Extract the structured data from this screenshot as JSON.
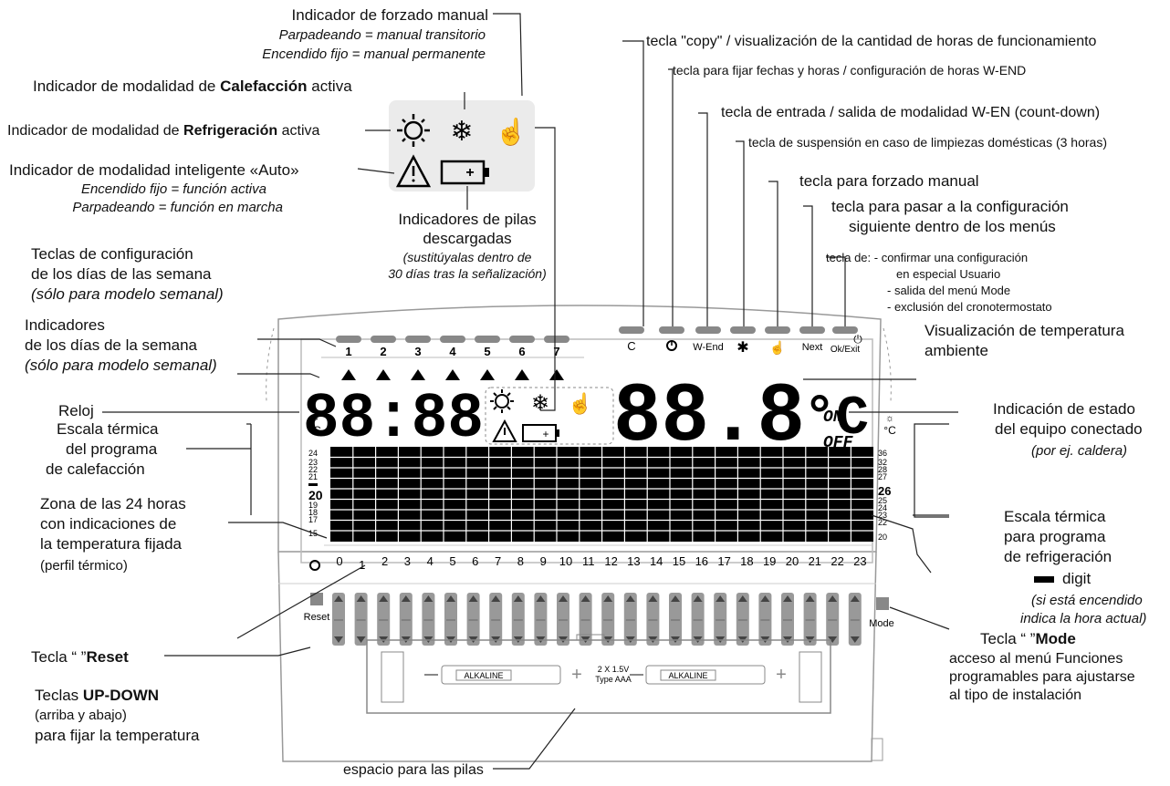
{
  "labels": {
    "manual_indicator": {
      "title": "Indicador de forzado manual",
      "l1": "Parpadeando = manual transitorio",
      "l2": "Encendido fijo = manual permanente"
    },
    "heating_indicator": {
      "pre": "Indicador de modalidad de ",
      "bold": "Calefacción",
      "post": " activa"
    },
    "cooling_indicator": {
      "pre": "Indicador de modalidad de ",
      "bold": "Refrigeración",
      "post": " activa"
    },
    "auto_indicator": {
      "title": "Indicador de modalidad inteligente «Auto»",
      "l1": "Encendido fijo = función activa",
      "l2": "Parpadeando = función en marcha"
    },
    "battery_indicator": {
      "l1": "Indicadores de pilas",
      "l2": "descargadas",
      "l3": "(sustitúyalas dentro de",
      "l4": "30 días tras la señalización)"
    },
    "day_keys": {
      "l1": "Teclas de configuración",
      "l2": "de los días de las semana",
      "l3": "(sólo para modelo semanal)"
    },
    "day_indicators": {
      "l1": "Indicadores",
      "l2": "de los días de la semana",
      "l3": "(sólo para modelo semanal)"
    },
    "clock": "Reloj",
    "heat_scale": {
      "l1": "Escala térmica",
      "l2": "del programa",
      "l3": "de calefacción"
    },
    "zone24": {
      "l1": "Zona de las 24 horas",
      "l2": "con indicaciones de",
      "l3": "la temperatura fijada",
      "l4": "(perfil térmico)"
    },
    "reset_key": {
      "pre": "Tecla “ ”",
      "bold": "Reset"
    },
    "updown_keys": {
      "pre": "Teclas ",
      "bold": "UP-DOWN",
      "l2": "(arriba y abajo)",
      "l3": "para fijar la temperatura"
    },
    "battery_space": "espacio para las pilas",
    "copy_key": "tecla \"copy\" / visualización de la cantidad de horas de funcionamiento",
    "date_key": "tecla para fijar fechas y horas / configuración de horas W-END",
    "wend_key": "tecla de entrada / salida de modalidad W-EN (count-down)",
    "clean_key": "tecla de suspensión en caso de limpiezas domésticas (3 horas)",
    "manual_key": "tecla para forzado manual",
    "next_key": {
      "l1": "tecla para pasar a la configuración",
      "l2": "siguiente dentro de los menús"
    },
    "ok_key": {
      "l1": "tecla de: - confirmar una configuración",
      "l2": "en especial Usuario",
      "l3": "- salida del menú Mode",
      "l4": "- exclusión del cronotermostato"
    },
    "ambient_temp": {
      "l1": "Visualización de temperatura",
      "l2": "ambiente"
    },
    "status": {
      "l1": "Indicación de estado",
      "l2": "del equipo conectado",
      "l3": "(por ej. caldera)"
    },
    "cool_scale": {
      "l1": "Escala térmica",
      "l2": "para programa",
      "l3": "de refrigeración"
    },
    "digit": {
      "l1": "digit",
      "l2": "(si está encendido",
      "l3": "indica la hora actual)"
    },
    "mode_key": {
      "pre": "Tecla “ ”",
      "bold": "Mode",
      "l2": "acceso al menú Funciones",
      "l3": "programables para ajustarse",
      "l4": "al tipo de instalación"
    }
  },
  "device": {
    "day_numbers": [
      "1",
      "2",
      "3",
      "4",
      "5",
      "6",
      "7"
    ],
    "buttons": [
      "C",
      "W-End",
      "Next",
      "Ok/Exit"
    ],
    "clock_display": "88:88",
    "temp_display": "88.8",
    "temp_unit": "°C",
    "on": "ON",
    "off": "OFF",
    "unit_small": "°C",
    "heat_ticks": [
      "24",
      "23",
      "22",
      "21",
      "20",
      "19",
      "18",
      "17",
      "15"
    ],
    "cool_ticks": [
      "36",
      "32",
      "28",
      "27",
      "26",
      "25",
      "24",
      "23",
      "22",
      "20"
    ],
    "hours": [
      "0",
      "1",
      "2",
      "3",
      "4",
      "5",
      "6",
      "7",
      "8",
      "9",
      "10",
      "11",
      "12",
      "13",
      "14",
      "15",
      "16",
      "17",
      "18",
      "19",
      "20",
      "21",
      "22",
      "23"
    ],
    "reset": "Reset",
    "mode": "Mode",
    "battery_label": "ALKALINE",
    "battery_spec1": "2 X 1.5V",
    "battery_spec2": "Type AAA"
  }
}
